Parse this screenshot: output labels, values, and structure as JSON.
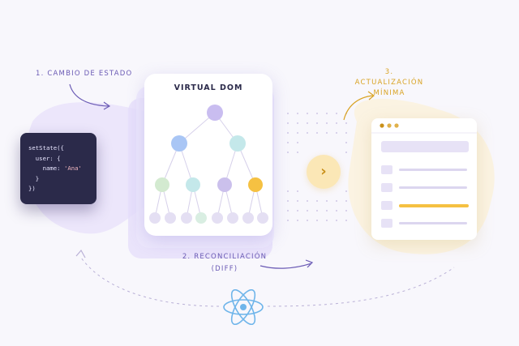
{
  "steps": {
    "step1": "1. Cambio de estado",
    "step2_line1": "2. Reconciliación",
    "step2_line2": "(diff)",
    "step3_line1": "3. Actualización",
    "step3_line2": "mínima"
  },
  "code": {
    "line1": "setState({",
    "line2": "  user: {",
    "line3_key": "    name: ",
    "line3_value": "'Ana'",
    "line4": "  }",
    "line5": "})"
  },
  "virtual_dom": {
    "title": "VIRTUAL DOM"
  },
  "arrow": {
    "glyph": "›"
  },
  "colors": {
    "purple": "#6b5bb5",
    "node_root": "#c9bdf0",
    "node_blue": "#a9c6f5",
    "node_teal": "#c4e8ea",
    "node_green": "#d3ead0",
    "node_lavender": "#cbc0ec",
    "node_changed": "#f5c142",
    "leaf": "#e4dff3",
    "highlight": "#f5c142",
    "react_blue": "#6fb5ea"
  },
  "icons": [
    "right-chevron-icon",
    "react-logo-icon",
    "browser-dots-icon"
  ]
}
